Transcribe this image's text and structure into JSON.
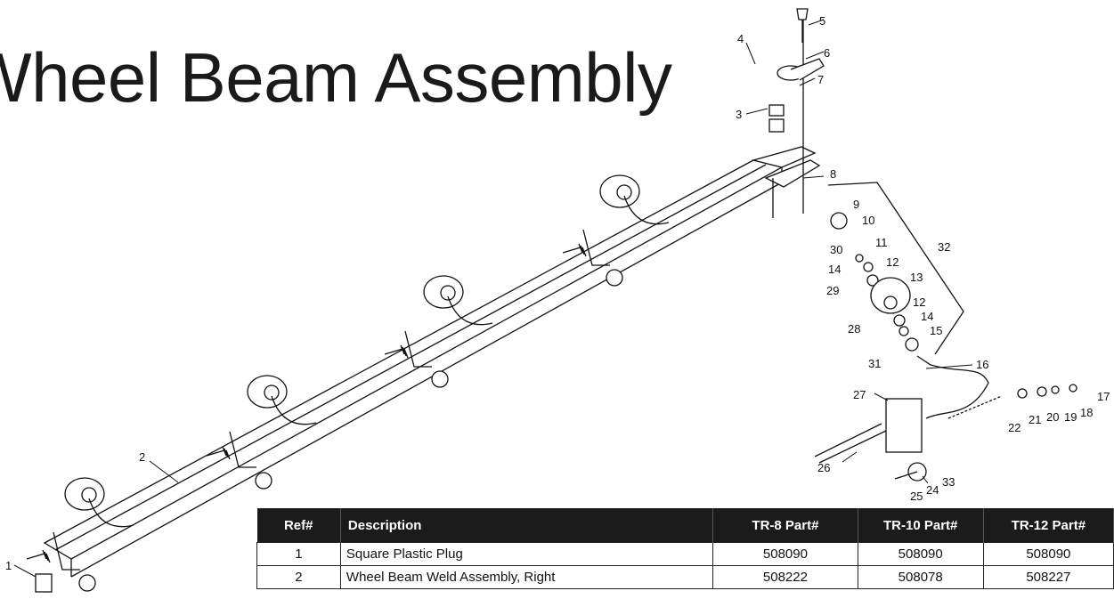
{
  "title": "Wheel Beam Assembly",
  "diagram": {
    "callouts": [
      "1",
      "2",
      "3",
      "4",
      "5",
      "6",
      "7",
      "8",
      "9",
      "10",
      "11",
      "12",
      "12",
      "13",
      "14",
      "14",
      "15",
      "16",
      "17",
      "18",
      "19",
      "20",
      "21",
      "22",
      "24",
      "25",
      "26",
      "27",
      "28",
      "29",
      "30",
      "31",
      "32",
      "33"
    ]
  },
  "table": {
    "headers": {
      "ref": "Ref#",
      "description": "Description",
      "tr8": "TR-8 Part#",
      "tr10": "TR-10 Part#",
      "tr12": "TR-12 Part#"
    },
    "rows": [
      {
        "ref": "1",
        "description": "Square Plastic Plug",
        "tr8": "508090",
        "tr10": "508090",
        "tr12": "508090"
      },
      {
        "ref": "2",
        "description": "Wheel Beam Weld Assembly, Right",
        "tr8": "508222",
        "tr10": "508078",
        "tr12": "508227"
      }
    ]
  }
}
